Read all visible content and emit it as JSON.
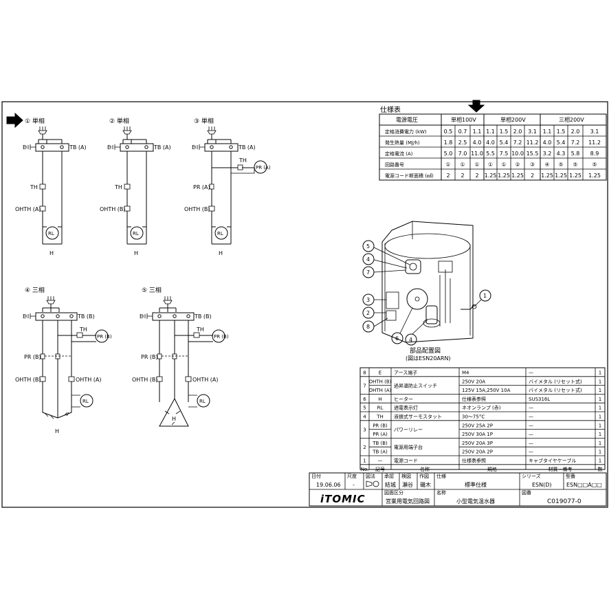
{
  "circuits": [
    {
      "no": "① 単相",
      "terms": [
        "E",
        "TB (A)"
      ],
      "parts": [
        "TH",
        "OHTH (A)"
      ],
      "lamp": "RL",
      "heater": "H"
    },
    {
      "no": "② 単相",
      "terms": [
        "E",
        "TB (A)"
      ],
      "parts": [
        "TH",
        "OHTH (B)"
      ],
      "lamp": "RL",
      "heater": "H"
    },
    {
      "no": "③ 単相",
      "terms": [
        "E",
        "TB (A)"
      ],
      "parts": [
        "TH",
        "PR (A)",
        "OHTH (B)"
      ],
      "lamp": "RL",
      "relay": "PR (A)",
      "heater": "H"
    },
    {
      "no": "④ 三相",
      "terms": [
        "E",
        "TB (B)"
      ],
      "parts": [
        "TH",
        "PR (B)",
        "OHTH (B)",
        "OHTH (A)"
      ],
      "lamp": "RL",
      "relay": "PR (B)",
      "heater": "H"
    },
    {
      "no": "⑤ 三相",
      "terms": [
        "E",
        "TB (B)"
      ],
      "parts": [
        "TH",
        "PR (B)",
        "OHTH (B)",
        "OHTH (A)"
      ],
      "lamp": "RL",
      "relay": "PR (B)",
      "heater": "H"
    }
  ],
  "spec": {
    "title": "仕様表",
    "voltage_label": "電源電圧",
    "groups": [
      "単相100V",
      "単相200V",
      "三相200V"
    ],
    "rows": [
      {
        "label": "定格消費電力 (kW)",
        "cells": [
          "0.5",
          "0.7",
          "1.1",
          "1.1",
          "1.5",
          "2.0",
          "3.1",
          "1.1",
          "1.5",
          "2.0",
          "3.1"
        ]
      },
      {
        "label": "発生熱量 (MJ/h)",
        "cells": [
          "1.8",
          "2.5",
          "4.0",
          "4.0",
          "5.4",
          "7.2",
          "11.2",
          "4.0",
          "5.4",
          "7.2",
          "11.2"
        ]
      },
      {
        "label": "定格電流 (A)",
        "cells": [
          "5.0",
          "7.0",
          "11.0",
          "5.5",
          "7.5",
          "10.0",
          "15.5",
          "3.2",
          "4.3",
          "5.8",
          "8.9"
        ]
      },
      {
        "label": "回路番号",
        "cells": [
          "①",
          "①",
          "①",
          "①",
          "①",
          "②",
          "③",
          "④",
          "⑤",
          "⑤",
          "⑤"
        ]
      },
      {
        "label": "電源コード断面積 (㎟)",
        "cells": [
          "2",
          "2",
          "2",
          "1.25",
          "1.25",
          "1.25",
          "2",
          "1.25",
          "1.25",
          "1.25",
          "1.25"
        ]
      }
    ]
  },
  "layout_caption": {
    "line1": "部品配置図",
    "line2": "(図はESN20ARN)"
  },
  "callouts": [
    "5",
    "4",
    "7",
    "3",
    "2",
    "8",
    "6",
    "4",
    "1"
  ],
  "parts_table": {
    "rows": [
      {
        "no": "8",
        "sym": [
          "E"
        ],
        "name": "アース端子",
        "spec": [
          "M4"
        ],
        "mat": [
          "—"
        ],
        "qty": [
          "1"
        ]
      },
      {
        "no": "7",
        "sym": [
          "OHTH (B)",
          "OHTH (A)"
        ],
        "name": "過昇温防止スイッチ",
        "spec": [
          "250V 20A",
          "125V 15A,250V 10A"
        ],
        "mat": [
          "バイメタル (リセット式)",
          "バイメタル (リセット式)"
        ],
        "qty": [
          "1",
          "1"
        ]
      },
      {
        "no": "6",
        "sym": [
          "H"
        ],
        "name": "ヒーター",
        "spec": [
          "仕様表参照"
        ],
        "mat": [
          "SUS316L"
        ],
        "qty": [
          "1"
        ]
      },
      {
        "no": "5",
        "sym": [
          "RL"
        ],
        "name": "通電表示灯",
        "spec": [
          "ネオンランプ (赤)"
        ],
        "mat": [
          "—"
        ],
        "qty": [
          "1"
        ]
      },
      {
        "no": "4",
        "sym": [
          "TH"
        ],
        "name": "液振式サーモスタット",
        "spec": [
          "30～75°C"
        ],
        "mat": [
          "—"
        ],
        "qty": [
          "1"
        ]
      },
      {
        "no": "3",
        "sym": [
          "PR (B)",
          "PR (A)"
        ],
        "name": "パワーリレー",
        "spec": [
          "250V 25A 2P",
          "250V 30A 1P"
        ],
        "mat": [
          "—",
          "—"
        ],
        "qty": [
          "1",
          "1"
        ]
      },
      {
        "no": "2",
        "sym": [
          "TB (B)",
          "TB (A)"
        ],
        "name": "電源用端子台",
        "spec": [
          "250V 20A 3P",
          "250V 20A 2P"
        ],
        "mat": [
          "—",
          "—"
        ],
        "qty": [
          "1",
          "1"
        ]
      },
      {
        "no": "1",
        "sym": [
          "—"
        ],
        "name": "電源コード",
        "spec": [
          "仕様表参照"
        ],
        "mat": [
          "キャブタイヤケーブル"
        ],
        "qty": [
          "1"
        ]
      }
    ],
    "header": {
      "no": "No.",
      "sym": "記号",
      "name": "名称",
      "spec": "規格",
      "mat": "材質・備考",
      "qty": "数"
    }
  },
  "title_block": {
    "date_label": "日付",
    "date": "19.06.06",
    "scale_label": "尺度",
    "scale": "-",
    "proj_label": "図法",
    "draw_label": "承認",
    "draw": "結城",
    "check_label": "検図",
    "check": "瀬谷",
    "make_label": "作図",
    "make": "磯木",
    "spec_label": "仕様",
    "spec": "標準仕様",
    "series_label": "シリーズ",
    "series": "ESN(D)",
    "model_label": "型番",
    "model": "ESN□□A□□",
    "logo": "iTOMIC",
    "class_label": "図面区分",
    "class": "営業用電気回路図",
    "name_label": "名称",
    "name": "小型電気温水器",
    "dwg_label": "図番",
    "dwg": "C019077-0"
  }
}
